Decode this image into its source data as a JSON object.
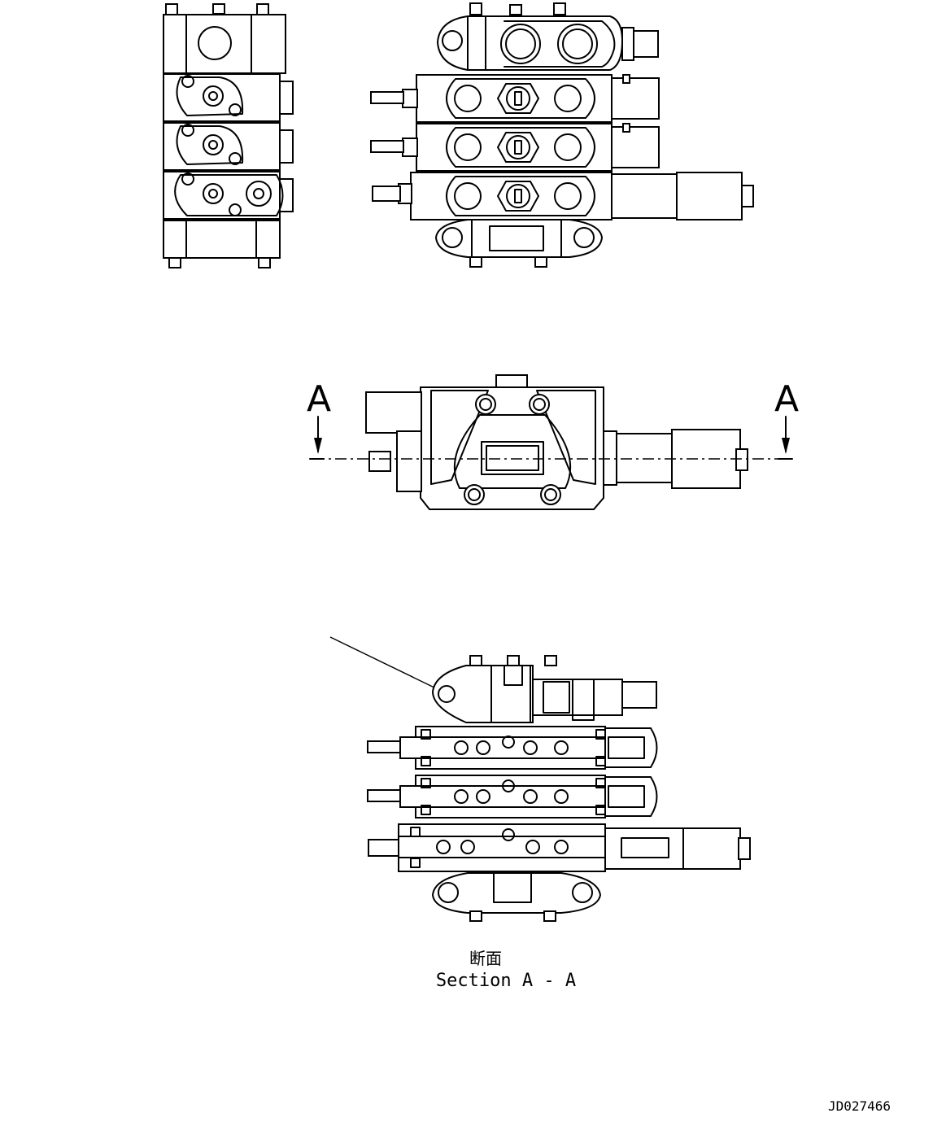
{
  "section_marker_left": "A",
  "section_marker_right": "A",
  "caption_jp": "断面",
  "caption_en": "Section A - A",
  "drawing_id": "JD027466"
}
